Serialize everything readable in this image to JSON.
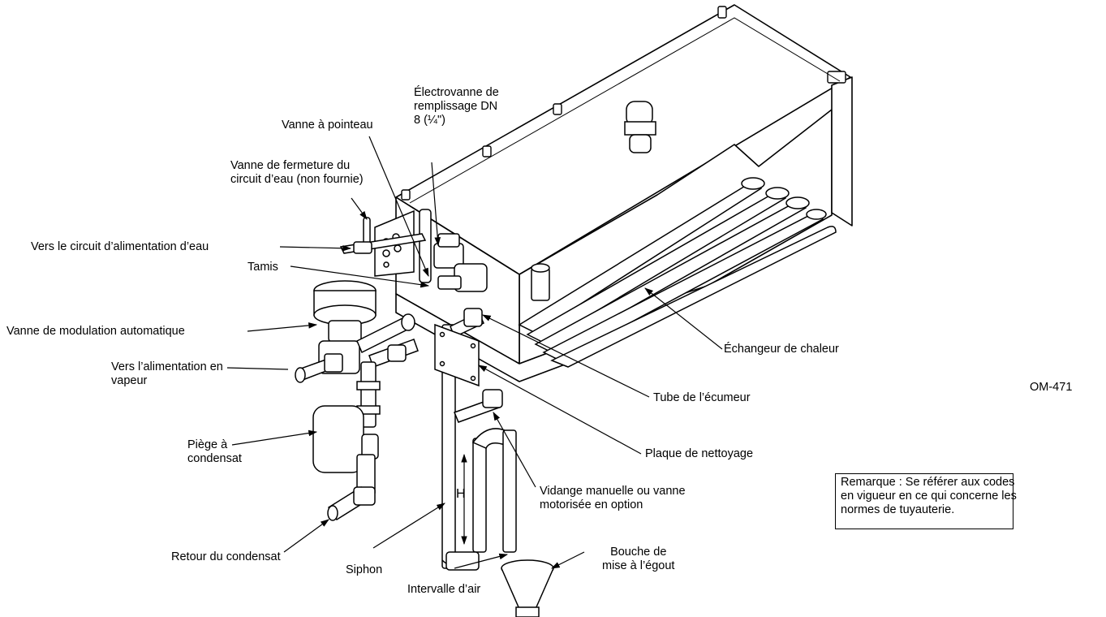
{
  "labels": {
    "electrovanne": [
      "Électrovanne de",
      "remplissage DN",
      "8 (¼\")"
    ],
    "vanne_pointeau": "Vanne à pointeau",
    "vanne_fermeture": [
      "Vanne de fermeture du",
      "circuit d’eau (non fournie)"
    ],
    "circuit_eau": "Vers le circuit d’alimentation d’eau",
    "tamis": "Tamis",
    "vanne_modulation": "Vanne de modulation automatique",
    "alimentation_vapeur": [
      "Vers l’alimentation en",
      "vapeur"
    ],
    "echangeur": "Échangeur de chaleur",
    "tube_ecumeur": "Tube de l’écumeur",
    "plaque_nettoyage": "Plaque de nettoyage",
    "piege": [
      "Piège à",
      "condensat"
    ],
    "vidange": [
      "Vidange manuelle ou vanne",
      "motorisée en option"
    ],
    "h": "H",
    "retour": "Retour du condensat",
    "siphon": "Siphon",
    "bouche": [
      "Bouche de",
      "mise à l’égout"
    ],
    "intervalle": "Intervalle d’air",
    "ref": "OM-471"
  },
  "note": [
    "Remarque : Se référer aux codes",
    "en vigueur en ce qui concerne les",
    "normes de tuyauterie."
  ]
}
